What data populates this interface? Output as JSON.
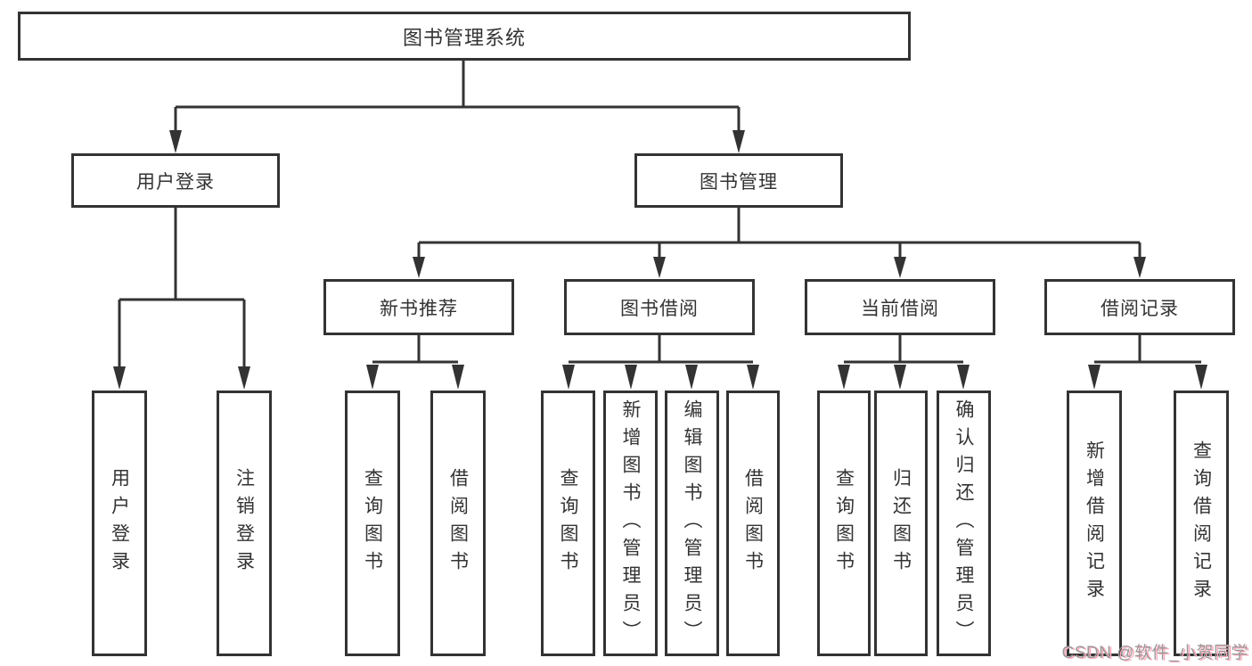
{
  "diagram": {
    "root": {
      "label": "图书管理系统"
    },
    "user_login": {
      "label": "用户登录",
      "children": [
        {
          "label": "用户登录"
        },
        {
          "label": "注销登录"
        }
      ]
    },
    "book_management": {
      "label": "图书管理",
      "children": [
        {
          "label": "新书推荐",
          "children": [
            {
              "label": "查询图书"
            },
            {
              "label": "借阅图书"
            }
          ]
        },
        {
          "label": "图书借阅",
          "children": [
            {
              "label": "查询图书"
            },
            {
              "label": "新增图书（管理员）"
            },
            {
              "label": "编辑图书（管理员）"
            },
            {
              "label": "借阅图书"
            }
          ]
        },
        {
          "label": "当前借阅",
          "children": [
            {
              "label": "查询图书"
            },
            {
              "label": "归还图书"
            },
            {
              "label": "确认归还（管理员）"
            }
          ]
        },
        {
          "label": "借阅记录",
          "children": [
            {
              "label": "新增借阅记录"
            },
            {
              "label": "查询借阅记录"
            }
          ]
        }
      ]
    }
  },
  "watermark": {
    "text": "CSDN @软件_小贺同学"
  },
  "colors": {
    "line": "#333333",
    "box_background": "#ffffff",
    "watermark_gray": "#9a9a9a",
    "watermark_pink": "#fcaabc"
  }
}
